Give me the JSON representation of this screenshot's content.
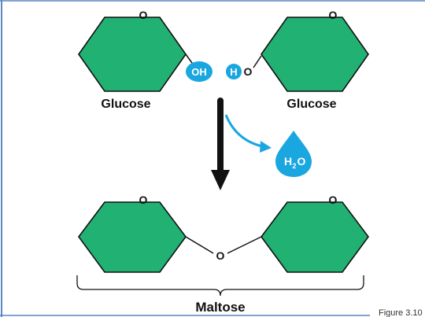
{
  "colors": {
    "hexagon_fill": "#21b173",
    "outline": "#111111",
    "bubble_fill": "#1aa6df",
    "bubble_text": "#ffffff",
    "frame_line": "#5a86c2",
    "arrow": "#111111"
  },
  "labels": {
    "ring_oxygen": "O",
    "hydroxyl_group": "OH",
    "hydrogen_letter": "H",
    "right_oxygen": "O",
    "glucose_left": "Glucose",
    "glucose_right": "Glucose",
    "water_h": "H",
    "water_sub": "2",
    "water_o": "O",
    "bridge_oxygen": "O",
    "product_name": "Maltose",
    "caption": "Figure 3.10"
  },
  "icons": {
    "reaction_arrow": "arrow-down-icon",
    "water_drop": "water-drop-icon"
  }
}
